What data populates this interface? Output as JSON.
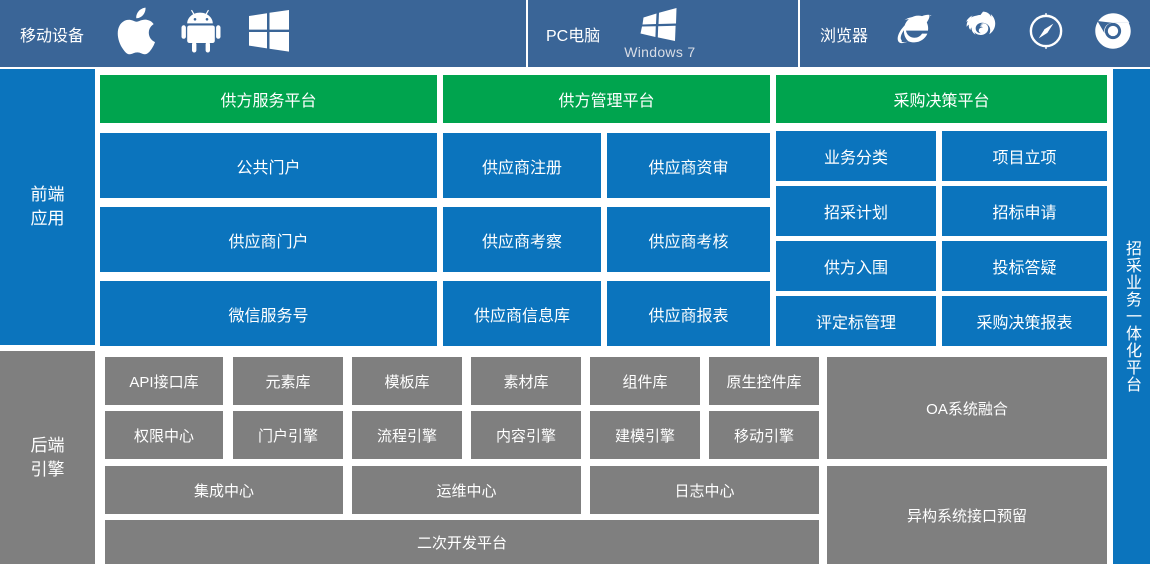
{
  "topbar": {
    "segments": [
      {
        "label": "移动设备",
        "name": "mobile-devices",
        "icons": [
          "apple-icon",
          "android-icon",
          "windows-icon"
        ]
      },
      {
        "label": "PC电脑",
        "name": "pc-computers",
        "icons": [
          "windows7-icon"
        ],
        "windows7_caption": "Windows 7"
      },
      {
        "label": "浏览器",
        "name": "browsers",
        "icons": [
          "internet-explorer-icon",
          "firefox-icon",
          "safari-icon",
          "chrome-icon"
        ]
      }
    ]
  },
  "rails": {
    "frontend": "前端应用",
    "backend": "后端引擎",
    "right": "招采业务一体化平台"
  },
  "frontend": {
    "platform_headers": [
      "供方服务平台",
      "供方管理平台",
      "采购决策平台"
    ],
    "supplier_service": [
      "公共门户",
      "供应商门户",
      "微信服务号"
    ],
    "supplier_mgmt": [
      "供应商注册",
      "供应商资审",
      "供应商考察",
      "供应商考核",
      "供应商信息库",
      "供应商报表"
    ],
    "procurement": [
      "业务分类",
      "项目立项",
      "招采计划",
      "招标申请",
      "供方入围",
      "投标答疑",
      "评定标管理",
      "采购决策报表"
    ]
  },
  "backend": {
    "libraries": [
      "API接口库",
      "元素库",
      "模板库",
      "素材库",
      "组件库",
      "原生控件库"
    ],
    "engines": [
      "权限中心",
      "门户引擎",
      "流程引擎",
      "内容引擎",
      "建模引擎",
      "移动引擎"
    ],
    "centers": [
      "集成中心",
      "运维中心",
      "日志中心"
    ],
    "dev_platform": "二次开发平台",
    "integrations": [
      "OA系统融合",
      "异构系统接口预留"
    ]
  },
  "colors": {
    "header_blue": "#3a6597",
    "tile_blue": "#0b74bd",
    "tile_green": "#00a44e",
    "tile_gray": "#7f7f7f",
    "background": "#ffffff"
  }
}
